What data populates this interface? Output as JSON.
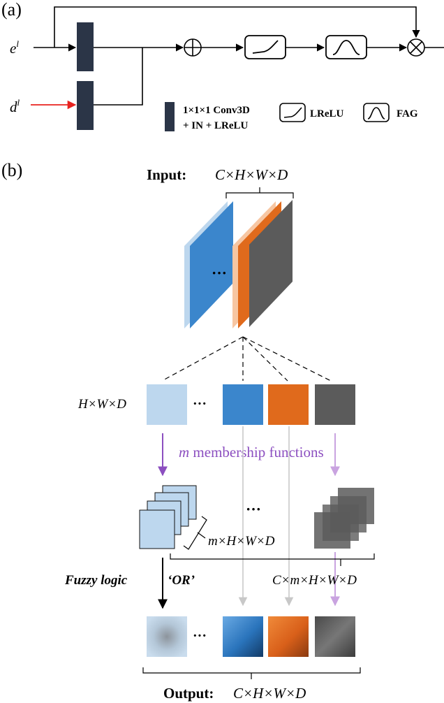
{
  "panel_a": {
    "label": "(a)",
    "input_e": {
      "base": "e",
      "sup": "l"
    },
    "input_d": {
      "base": "d",
      "sup": "l"
    },
    "add_symbol": "⊕",
    "mul_symbol": "⊗",
    "legend": {
      "conv_line1": "1×1×1 Conv3D",
      "conv_line2": "+ IN + LReLU",
      "lrelu": "LReLU",
      "fag": "FAG"
    }
  },
  "panel_b": {
    "label": "(b)",
    "input_label": "Input:",
    "input_dims": "C×H×W×D",
    "ellipsis": "···",
    "slice_dims": "H×W×D",
    "membership_italic": "m",
    "membership_text": " membership functions",
    "stack_dims": "m×H×W×D",
    "all_dims": "C×m×H×W×D",
    "fuzzy_label": "Fuzzy logic",
    "or_label": "‘OR’",
    "output_label": "Output:",
    "output_dims": "C×H×W×D"
  },
  "colors": {
    "conv_block": "#2b3547",
    "red_arrow": "#e8231f",
    "light_blue": "#bdd7ee",
    "blue": "#3b86cc",
    "orange": "#e06a1c",
    "gray": "#5b5b5b",
    "purple": "#8c4fc0",
    "light_purple": "#c9a3e0",
    "light_gray_arrow": "#cfcfcf"
  }
}
